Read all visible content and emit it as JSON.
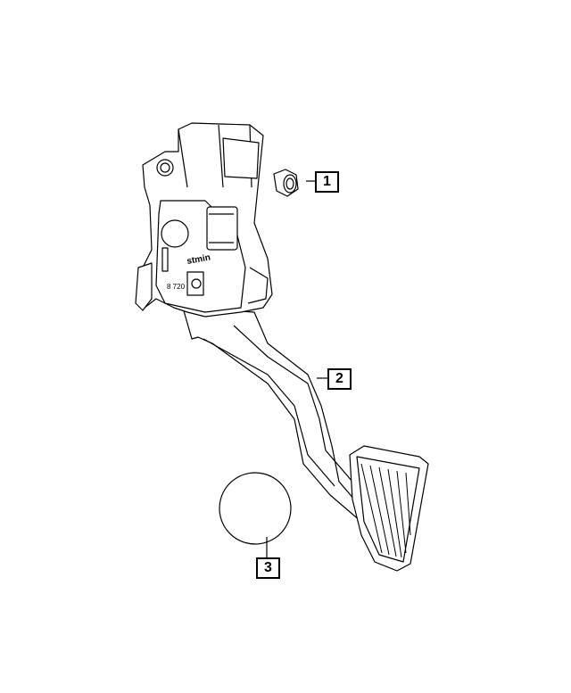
{
  "diagram": {
    "callouts": [
      {
        "number": "1",
        "part": "nut"
      },
      {
        "number": "2",
        "part": "accelerator-pedal-assembly"
      },
      {
        "number": "3",
        "part": "disc-pad"
      }
    ],
    "part_markings": {
      "code": "8 720",
      "brand": "stmin"
    },
    "line_color": "#000000",
    "background": "#ffffff"
  }
}
